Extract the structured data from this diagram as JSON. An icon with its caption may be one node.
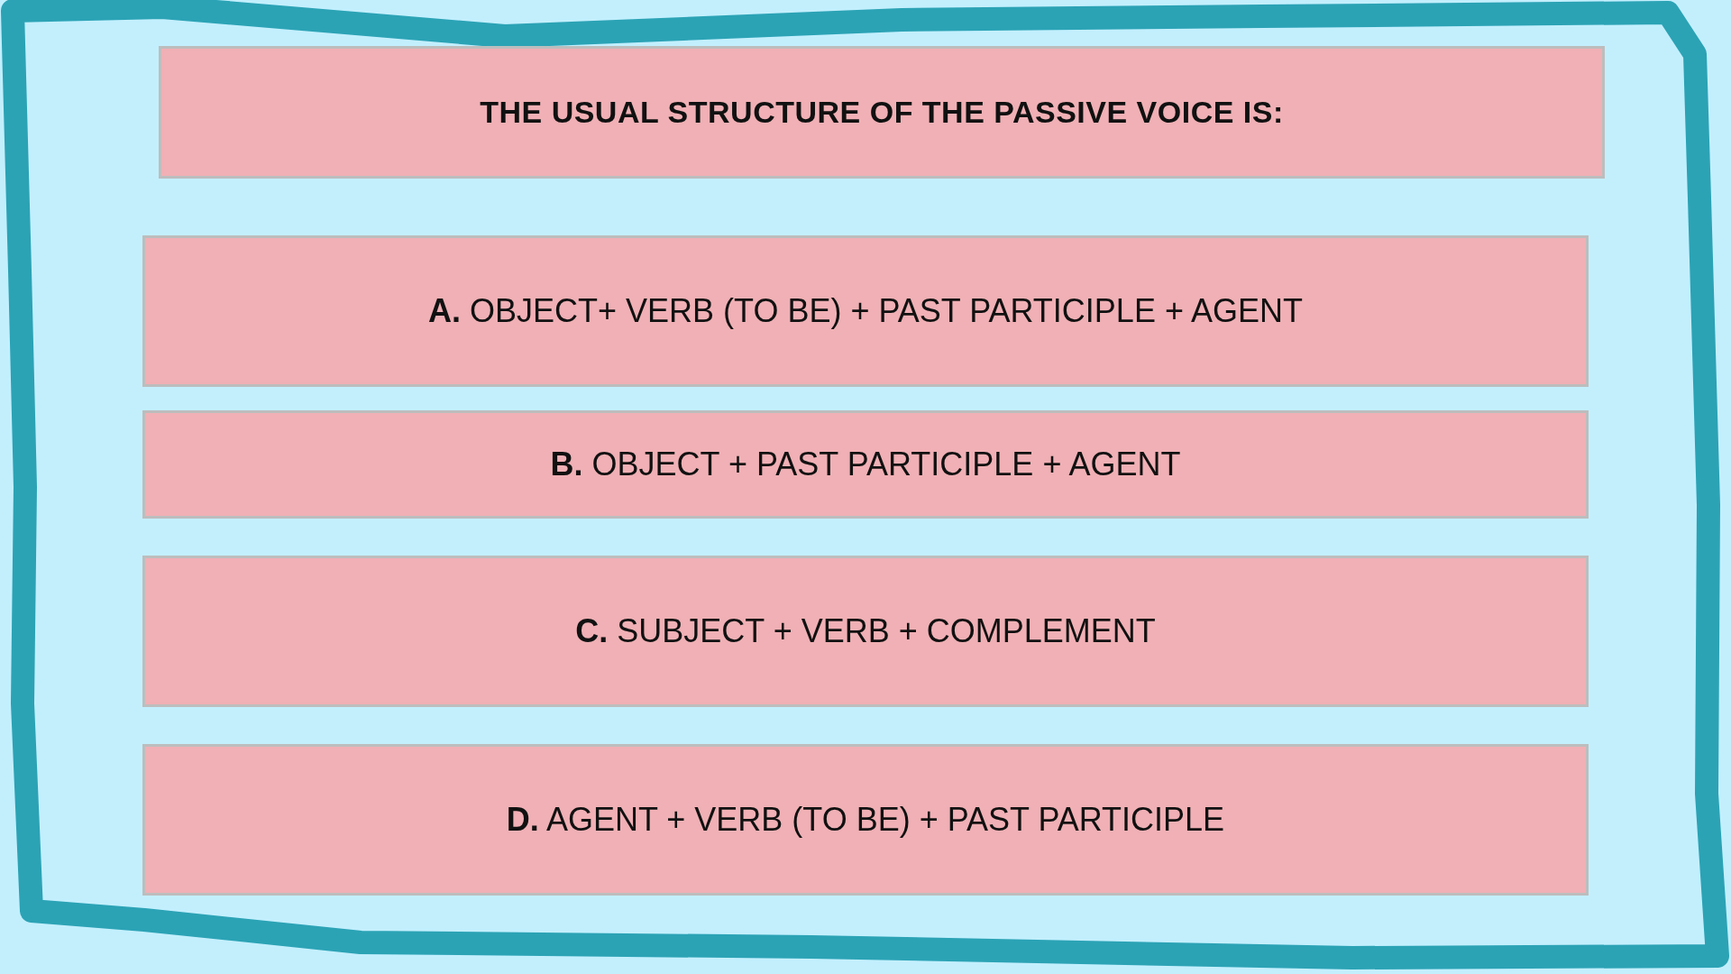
{
  "diagram": {
    "nodes": [
      {
        "text": [
          "THE USUAL STRUCTURE OF THE PASSIVE VOICE IS:"
        ]
      },
      {
        "text": [
          "**A.** OBJECT+ VERB (TO BE) + PAST PARTICIPLE + AGENT"
        ]
      },
      {
        "text": [
          "**B.** OBJECT + PAST PARTICIPLE + AGENT"
        ]
      },
      {
        "text": [
          "**C.** SUBJECT + VERB + COMPLEMENT"
        ]
      },
      {
        "text": [
          "**D.** AGENT + VERB (TO BE) + PAST PARTICIPLE"
        ]
      }
    ]
  }
}
